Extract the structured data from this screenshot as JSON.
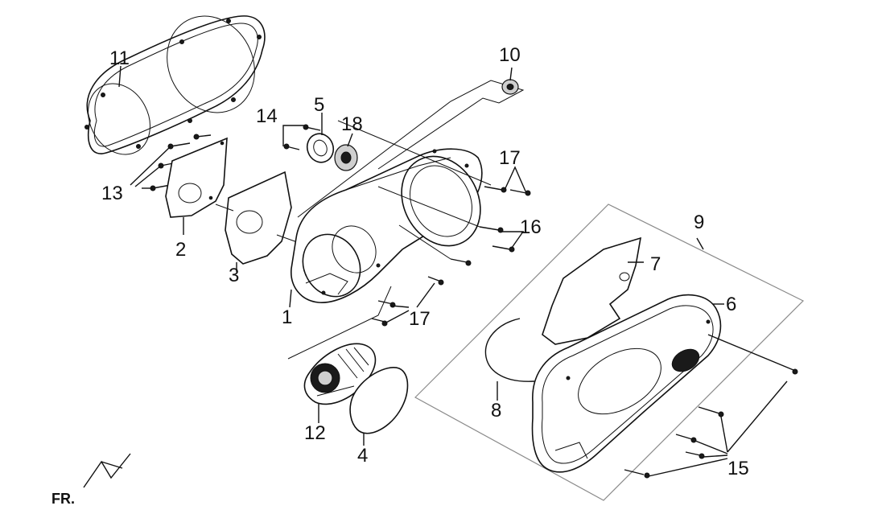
{
  "orientation_label": "FR.",
  "colors": {
    "line": "#111111",
    "background": "#ffffff",
    "group_box": "#8a8a8a"
  },
  "callouts": [
    {
      "id": "c1",
      "text": "1"
    },
    {
      "id": "c2",
      "text": "2"
    },
    {
      "id": "c3",
      "text": "3"
    },
    {
      "id": "c4",
      "text": "4"
    },
    {
      "id": "c5",
      "text": "5"
    },
    {
      "id": "c6",
      "text": "6"
    },
    {
      "id": "c7",
      "text": "7"
    },
    {
      "id": "c8",
      "text": "8"
    },
    {
      "id": "c9",
      "text": "9"
    },
    {
      "id": "c10",
      "text": "10"
    },
    {
      "id": "c11",
      "text": "11"
    },
    {
      "id": "c12",
      "text": "12"
    },
    {
      "id": "c13",
      "text": "13"
    },
    {
      "id": "c14",
      "text": "14"
    },
    {
      "id": "c15",
      "text": "15"
    },
    {
      "id": "c16",
      "text": "16"
    },
    {
      "id": "c17a",
      "text": "17"
    },
    {
      "id": "c17b",
      "text": "17"
    },
    {
      "id": "c18",
      "text": "18"
    }
  ]
}
